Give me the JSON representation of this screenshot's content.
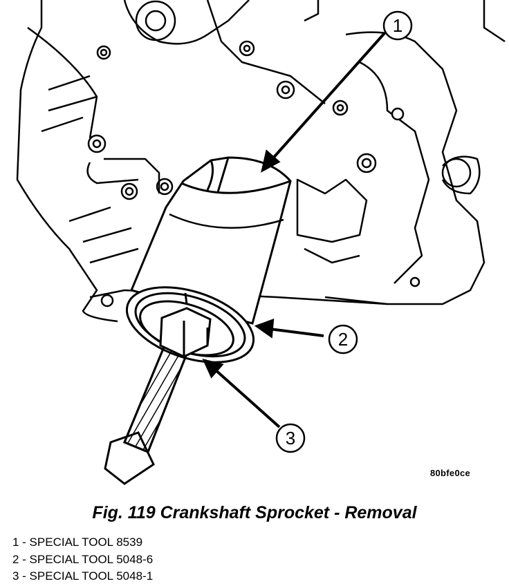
{
  "figure": {
    "image_id": "80bfe0ce",
    "caption": "Fig. 119 Crankshaft Sprocket - Removal",
    "callouts": [
      {
        "number": "1"
      },
      {
        "number": "2"
      },
      {
        "number": "3"
      }
    ]
  },
  "legend": [
    {
      "text": "1 - SPECIAL TOOL 8539"
    },
    {
      "text": "2 - SPECIAL TOOL 5048-6"
    },
    {
      "text": "3 - SPECIAL TOOL 5048-1"
    }
  ]
}
